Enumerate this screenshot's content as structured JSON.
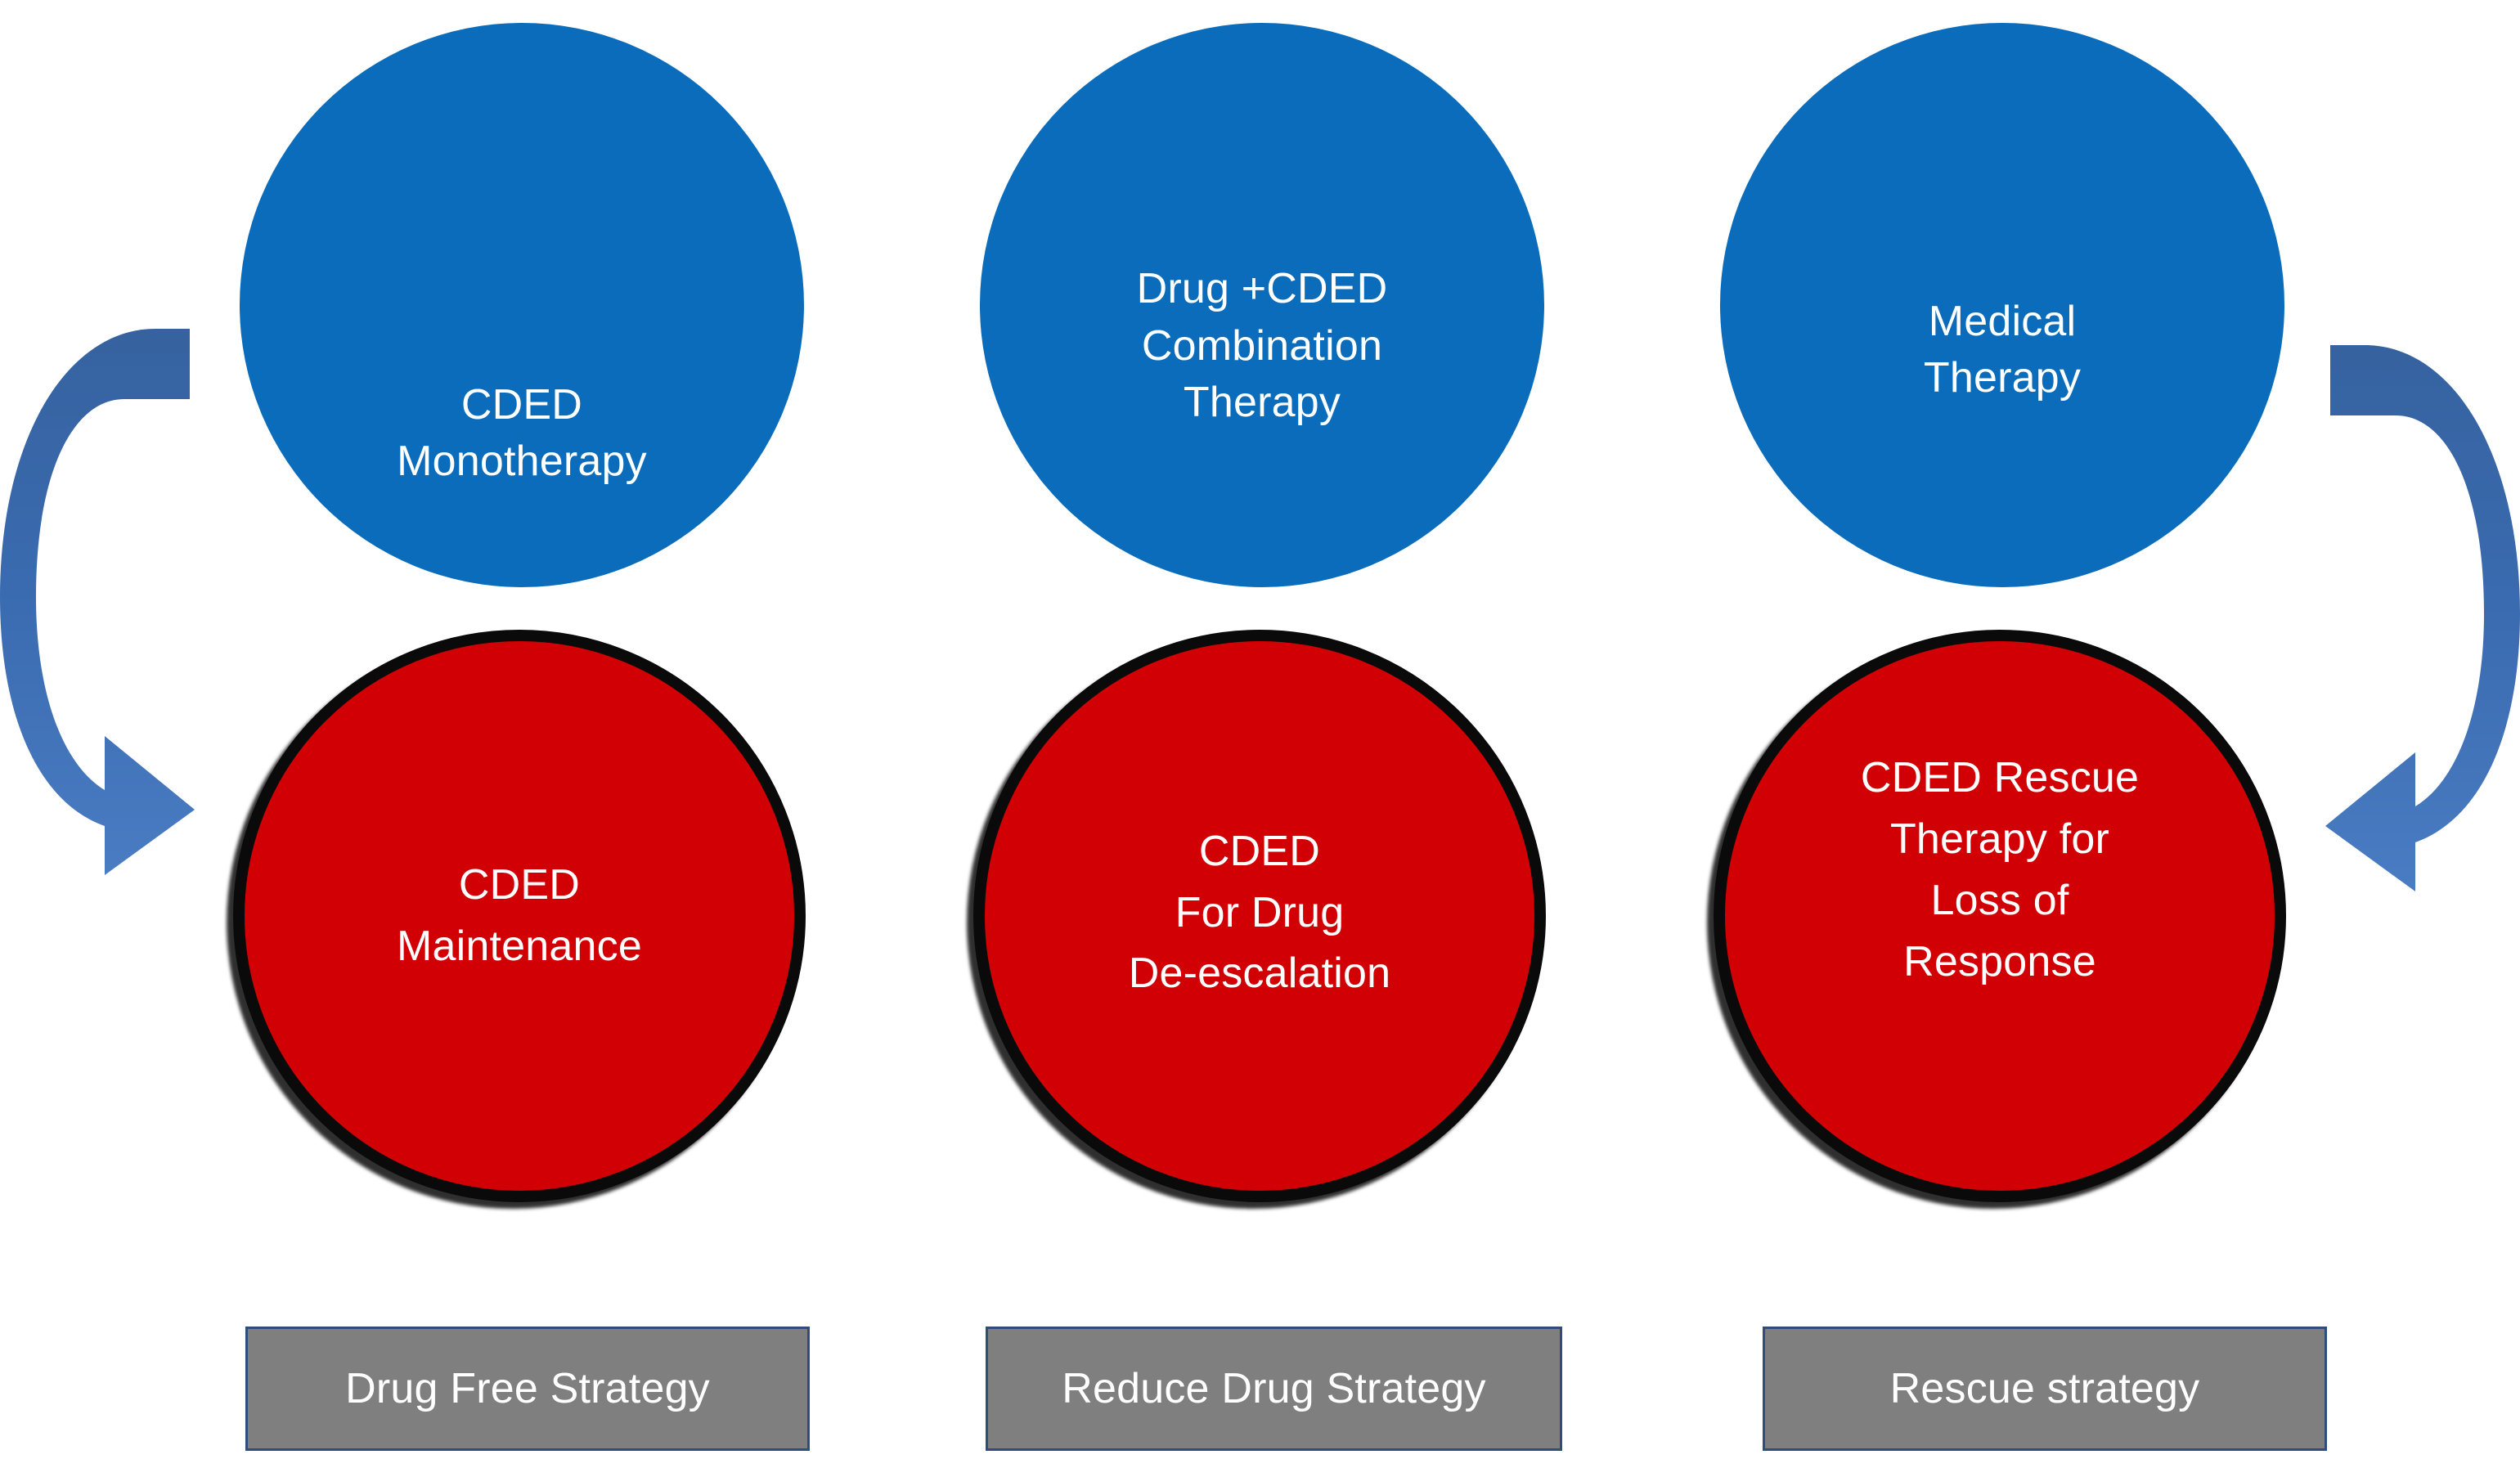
{
  "diagram": {
    "title": "CDED treatment strategy diagram",
    "colors": {
      "blue_circle": "#0a6cba",
      "red_circle": "#d10005",
      "red_circle_border": "#0a0a0a",
      "gray_box": "#7f7f7f",
      "gray_box_border": "#2e4d7b",
      "arrow_dark": "#3a6bb0",
      "arrow_light": "#4878be",
      "text": "#ffffff",
      "background": "#ffffff"
    },
    "columns": [
      {
        "id": "drug-free",
        "top_circle": "CDED\nMonotherapy",
        "bottom_circle": "CDED\nMaintenance",
        "strategy_label": "Drug Free Strategy"
      },
      {
        "id": "reduce-drug",
        "top_circle": "Drug +CDED\nCombination\nTherapy",
        "bottom_circle": "CDED\nFor  Drug\nDe-escalation",
        "strategy_label": "Reduce Drug Strategy"
      },
      {
        "id": "rescue",
        "top_circle": "Medical\nTherapy",
        "bottom_circle": "CDED Rescue\nTherapy for\nLoss of\nResponse",
        "strategy_label": "Rescue strategy"
      }
    ],
    "arrows": [
      {
        "id": "left-curved-arrow",
        "from": "CDED Monotherapy",
        "to": "CDED Maintenance",
        "direction": "counterclockwise-right"
      },
      {
        "id": "right-curved-arrow",
        "from": "Medical Therapy",
        "to": "CDED Rescue Therapy for Loss of Response",
        "direction": "clockwise-left"
      }
    ]
  }
}
